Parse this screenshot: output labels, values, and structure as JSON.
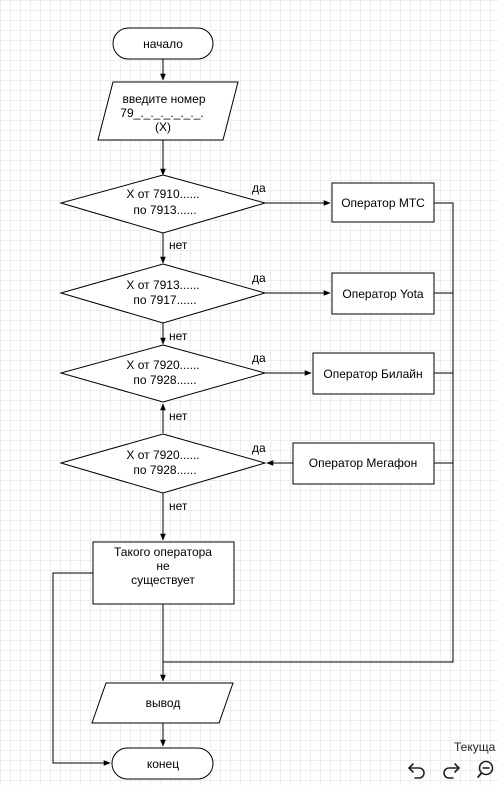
{
  "flowchart": {
    "start": "начало",
    "input": [
      "введите номер",
      "79_._._._._._._.",
      "(X)"
    ],
    "decisions": [
      [
        "X от 7910......",
        "по 7913......"
      ],
      [
        "X от 7913......",
        "по 7917......"
      ],
      [
        "X от 7920......",
        "по 7928......"
      ],
      [
        "X от 7920......",
        "по 7928......"
      ]
    ],
    "operators": [
      "Оператор МТС",
      "Оператор Yota",
      "Оператор Билайн",
      "Оператор Мегафон"
    ],
    "yes_label": "да",
    "no_label": "нет",
    "no_operator": [
      "Такого оператора",
      "не",
      "существует"
    ],
    "output": "вывод",
    "end": "конец"
  },
  "toolbar": {
    "current_label": "Текуща",
    "undo_icon": "undo-icon",
    "redo_icon": "redo-icon",
    "zoom_out_icon": "zoom-out-icon"
  }
}
